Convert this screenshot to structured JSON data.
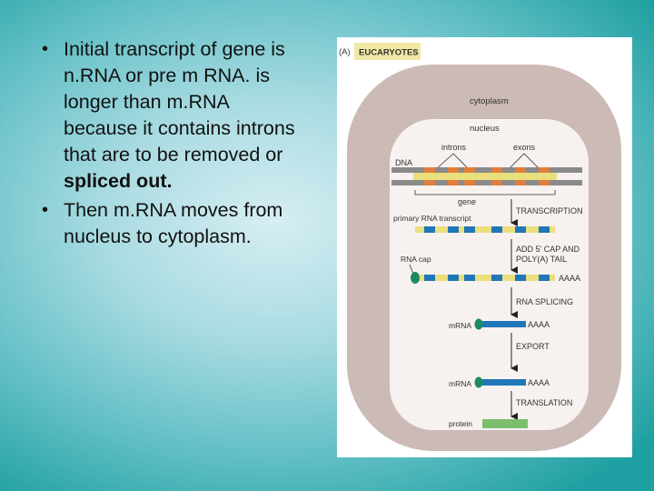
{
  "bullets": [
    {
      "text": "Initial transcript of gene is n.RNA or pre m RNA. is longer than m.RNA because it contains introns that are to be removed or ",
      "bold": "spliced out."
    },
    {
      "text": "Then m.RNA moves from nucleus to cytoplasm.",
      "bold": ""
    }
  ],
  "figure": {
    "panel_letter": "(A)",
    "header": "EUCARYOTES",
    "cytoplasm": "cytoplasm",
    "nucleus": "nucleus",
    "introns": "introns",
    "exons": "exons",
    "dna": "DNA",
    "gene": "gene",
    "primary_rna": "primary RNA transcript",
    "transcription": "TRANSCRIPTION",
    "add_cap_1": "ADD 5' CAP AND",
    "add_cap_2": "POLY(A) TAIL",
    "rna_cap": "RNA cap",
    "polya": "AAAA",
    "rna_splicing": "RNA SPLICING",
    "mrna": "mRNA",
    "export": "EXPORT",
    "translation": "TRANSLATION",
    "protein": "protein"
  },
  "colors": {
    "cell": "#cbbab6",
    "nucleus": "#f7f2f0",
    "yellow": "#e9df7d",
    "orange": "#df7f3b",
    "blue": "#1f77b8",
    "cap": "#1d8a63",
    "protein": "#7bbf6e",
    "dna_gray": "#8a8a8a",
    "header_bg": "#f0e8a4"
  }
}
